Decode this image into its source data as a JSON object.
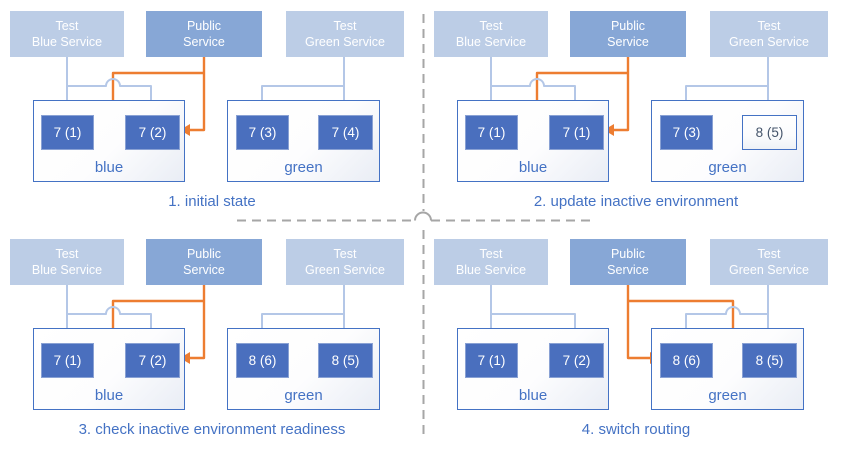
{
  "colors": {
    "service_light": "#bccde6",
    "service_dark": "#87a7d6",
    "pod_fill": "#4a6fbe",
    "pod_text": "#ffffff",
    "pod_outline_text": "#44546a",
    "env_border": "#4472c4",
    "label_blue": "#4472c4",
    "arrow_light": "#b4c7e7",
    "arrow_orange": "#ed7d31",
    "divider_gray": "#a6a6a6"
  },
  "panels": [
    {
      "caption": "1. initial state",
      "services": [
        {
          "line1": "Test",
          "line2": "Blue Service"
        },
        {
          "line1": "Public",
          "line2": "Service"
        },
        {
          "line1": "Test",
          "line2": "Green Service"
        }
      ],
      "environments": [
        {
          "label": "blue",
          "pods": [
            {
              "label": "7 (1)",
              "style": "filled"
            },
            {
              "label": "7 (2)",
              "style": "filled"
            }
          ]
        },
        {
          "label": "green",
          "pods": [
            {
              "label": "7 (3)",
              "style": "filled"
            },
            {
              "label": "7 (4)",
              "style": "filled"
            }
          ]
        }
      ]
    },
    {
      "caption": "2. update inactive environment",
      "services": [
        {
          "line1": "Test",
          "line2": "Blue Service"
        },
        {
          "line1": "Public",
          "line2": "Service"
        },
        {
          "line1": "Test",
          "line2": "Green Service"
        }
      ],
      "environments": [
        {
          "label": "blue",
          "pods": [
            {
              "label": "7 (1)",
              "style": "filled"
            },
            {
              "label": "7 (1)",
              "style": "filled"
            }
          ]
        },
        {
          "label": "green",
          "pods": [
            {
              "label": "7 (3)",
              "style": "filled"
            },
            {
              "label": "8 (5)",
              "style": "outline"
            }
          ]
        }
      ]
    },
    {
      "caption": "3. check inactive environment readiness",
      "services": [
        {
          "line1": "Test",
          "line2": "Blue Service"
        },
        {
          "line1": "Public",
          "line2": "Service"
        },
        {
          "line1": "Test",
          "line2": "Green Service"
        }
      ],
      "environments": [
        {
          "label": "blue",
          "pods": [
            {
              "label": "7 (1)",
              "style": "filled"
            },
            {
              "label": "7 (2)",
              "style": "filled"
            }
          ]
        },
        {
          "label": "green",
          "pods": [
            {
              "label": "8 (6)",
              "style": "filled"
            },
            {
              "label": "8 (5)",
              "style": "filled"
            }
          ]
        }
      ]
    },
    {
      "caption": "4. switch routing",
      "services": [
        {
          "line1": "Test",
          "line2": "Blue Service"
        },
        {
          "line1": "Public",
          "line2": "Service"
        },
        {
          "line1": "Test",
          "line2": "Green Service"
        }
      ],
      "environments": [
        {
          "label": "blue",
          "pods": [
            {
              "label": "7 (1)",
              "style": "filled"
            },
            {
              "label": "7 (2)",
              "style": "filled"
            }
          ]
        },
        {
          "label": "green",
          "pods": [
            {
              "label": "8 (6)",
              "style": "filled"
            },
            {
              "label": "8 (5)",
              "style": "filled"
            }
          ]
        }
      ]
    }
  ]
}
